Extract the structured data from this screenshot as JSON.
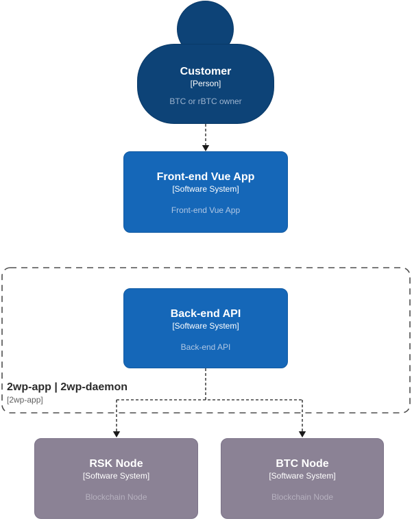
{
  "colors": {
    "person-fill": "#0d4377",
    "person-border": "#0a3a68",
    "system-fill": "#1567b8",
    "system-border": "#125ba3",
    "node-fill": "#8b8295",
    "node-border": "#7c7389",
    "boundary-stroke": "#4d4d4d",
    "connector-stroke": "#1a1a1a",
    "person-desc-color": "#9db4cf",
    "system-desc-color": "#b0c7e4",
    "node-desc-color": "#b6b1bf",
    "boundary-title-color": "#2b2b2b",
    "boundary-subtitle-color": "#5f5f5f"
  },
  "nodes": {
    "customer": {
      "title": "Customer",
      "type": "[Person]",
      "description": "BTC or rBTC owner"
    },
    "frontend": {
      "title": "Front-end Vue App",
      "type": "[Software System]",
      "description": "Front-end Vue App"
    },
    "backend": {
      "title": "Back-end API",
      "type": "[Software System]",
      "description": "Back-end API"
    },
    "rsk": {
      "title": "RSK Node",
      "type": "[Software System]",
      "description": "Blockchain Node"
    },
    "btc": {
      "title": "BTC Node",
      "type": "[Software System]",
      "description": "Blockchain Node"
    }
  },
  "boundary": {
    "title": "2wp-app | 2wp-daemon",
    "subtitle": "[2wp-app]"
  }
}
